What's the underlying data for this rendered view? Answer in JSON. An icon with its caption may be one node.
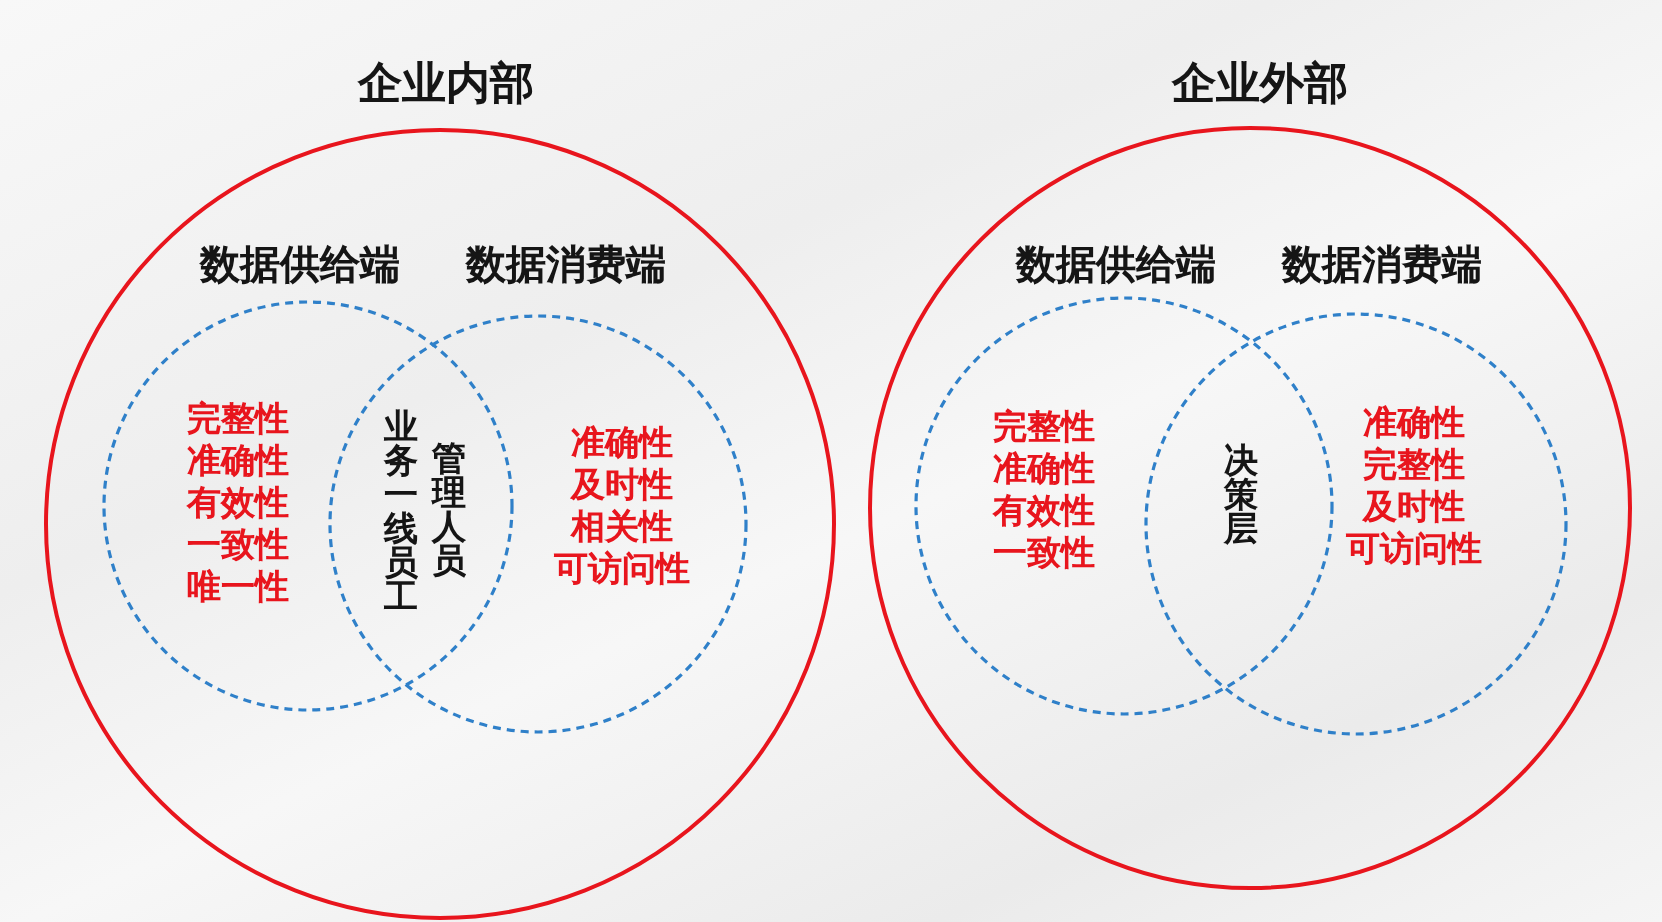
{
  "diagram": {
    "nodes": [
      {
        "text": [
          "企业内部"
        ]
      },
      {
        "text": [
          "数据供给端",
          "完整性",
          "准确性",
          "有效性",
          "一致性",
          "唯一性"
        ],
        "in": 0
      },
      {
        "text": [
          "数据消费端",
          "准确性",
          "及时性",
          "相关性",
          "可访问性"
        ],
        "in": 0
      },
      {
        "text": [
          "企业外部"
        ]
      },
      {
        "text": [
          "数据供给端",
          "完整性",
          "准确性",
          "有效性",
          "一致性"
        ],
        "in": 3
      },
      {
        "text": [
          "数据消费端",
          "准确性",
          "完整性",
          "及时性",
          "可访问性"
        ],
        "in": 3
      }
    ],
    "labels": [
      "业务一线员工",
      "管理人员",
      "决策层"
    ]
  }
}
